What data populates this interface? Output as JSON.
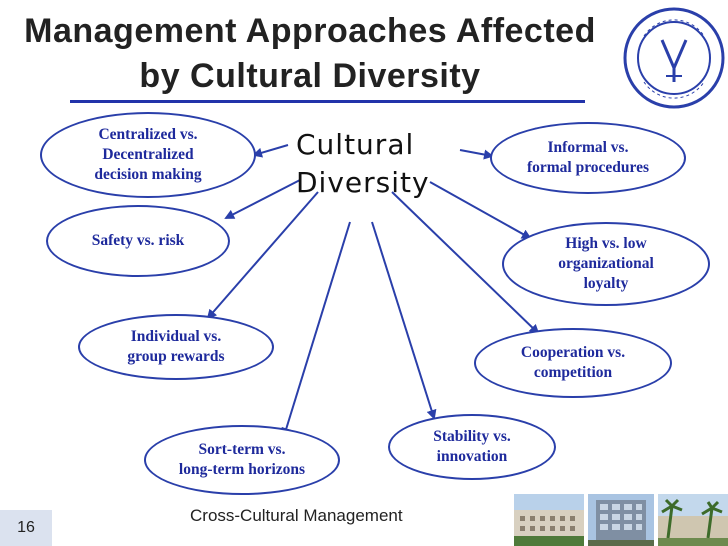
{
  "title": {
    "line1": "Management Approaches Affected",
    "line2": "by Cultural Diversity"
  },
  "center": {
    "line1": "Cultural",
    "line2": "Diversity"
  },
  "nodes": {
    "centralized": "Centralized vs.\nDecentralized\ndecision making",
    "safety": "Safety vs. risk",
    "individual": "Individual vs.\ngroup rewards",
    "shortterm": "Sort-term vs.\nlong-term horizons",
    "stability": "Stability vs.\ninnovation",
    "cooperation": "Cooperation vs.\ncompetition",
    "loyalty": "High vs. low\norganizational\nloyalty",
    "informal": "Informal vs.\nformal procedures"
  },
  "footer": {
    "slide_number": "16",
    "text": "Cross-Cultural Management"
  },
  "colors": {
    "oval_border": "#2a3faa",
    "node_text": "#1e2a9c",
    "arrow": "#2a3faa",
    "title_rule": "#2233aa"
  }
}
